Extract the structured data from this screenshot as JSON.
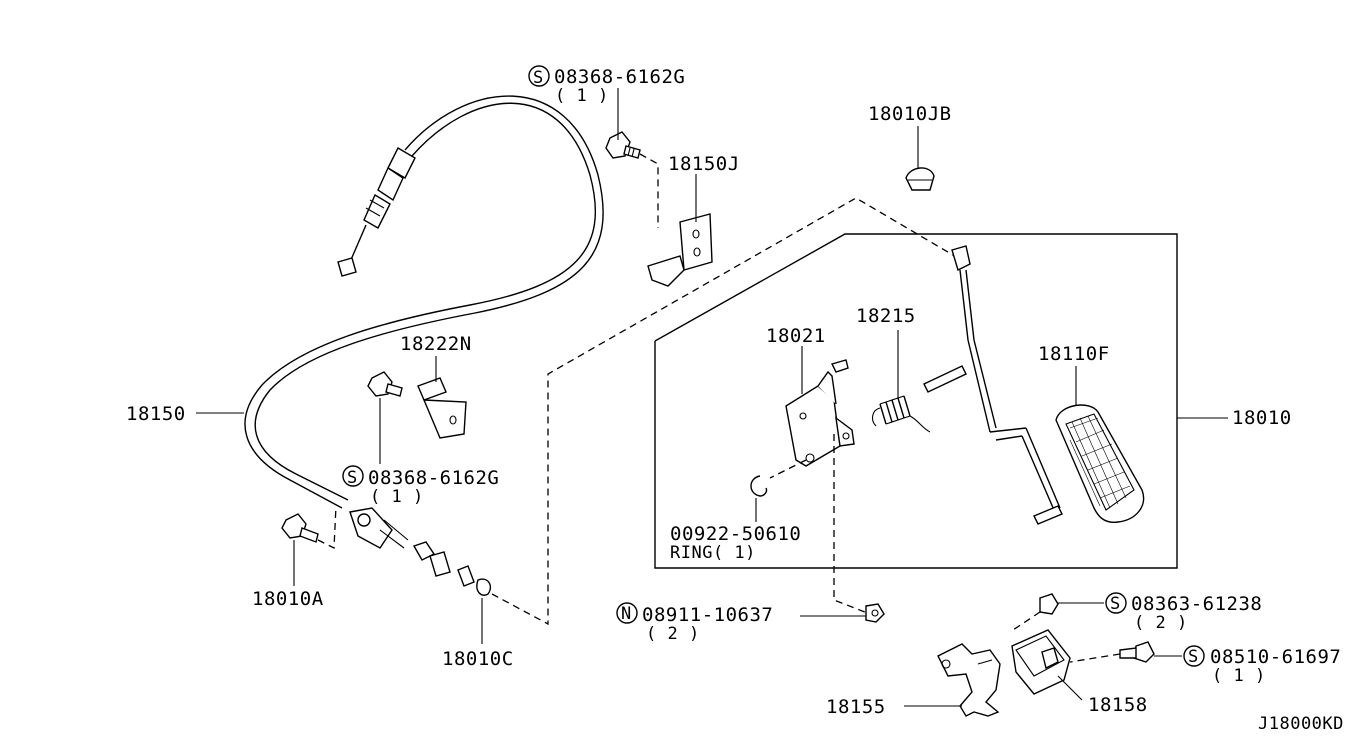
{
  "diagram_code": "J18000KD",
  "parts": {
    "s_08368_top": {
      "prefix": "S",
      "number": "08368-6162G",
      "qty": "( 1 )"
    },
    "p_18150J": "18150J",
    "p_18010JB": "18010JB",
    "p_18222N": "18222N",
    "p_18150": "18150",
    "s_08368_mid": {
      "prefix": "S",
      "number": "08368-6162G",
      "qty": "( 1 )"
    },
    "p_18010A": "18010A",
    "p_18010C": "18010C",
    "p_18021": "18021",
    "p_18215": "18215",
    "p_18110F": "18110F",
    "p_18010": "18010",
    "ring": {
      "number": "00922-50610",
      "desc": "RING( 1)"
    },
    "n_08911": {
      "prefix": "N",
      "number": "08911-10637",
      "qty": "( 2 )"
    },
    "s_08363": {
      "prefix": "S",
      "number": "08363-61238",
      "qty": "( 2 )"
    },
    "s_08510": {
      "prefix": "S",
      "number": "08510-61697",
      "qty": "( 1 )"
    },
    "p_18155": "18155",
    "p_18158": "18158"
  }
}
